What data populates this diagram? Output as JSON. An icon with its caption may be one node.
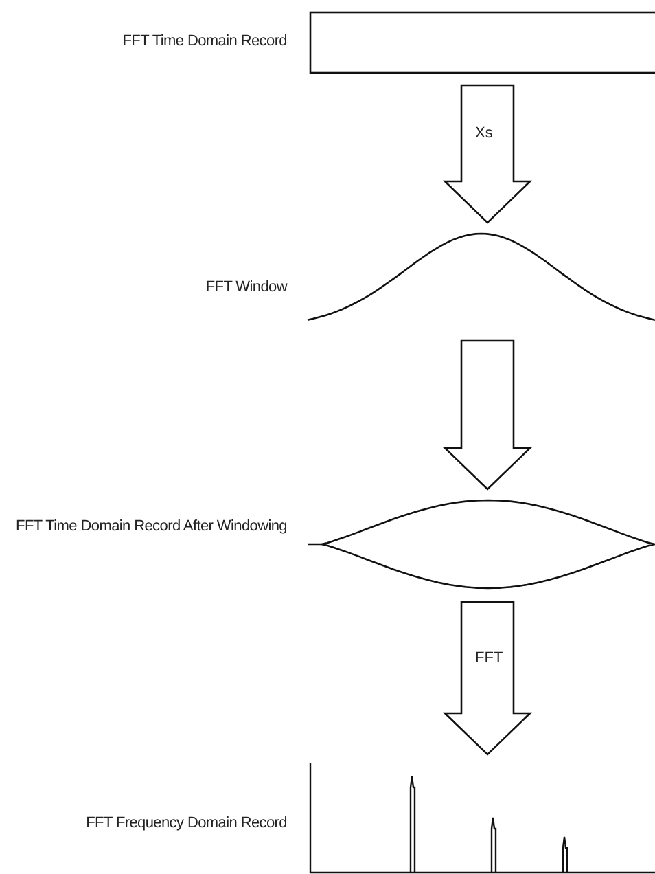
{
  "diagram": {
    "nodes": [
      {
        "text": [
          "FFT Time Domain Record"
        ]
      },
      {
        "text": [
          "FFT Window"
        ]
      },
      {
        "text": [
          "FFT Time Domain Record After Windowing"
        ]
      },
      {
        "text": [
          "FFT Frequency Domain Record"
        ]
      }
    ],
    "edges": [
      {
        "from": 0,
        "to": 1,
        "arrow": "to",
        "label": "Xs"
      },
      {
        "from": 1,
        "to": 2,
        "arrow": "to"
      },
      {
        "from": 2,
        "to": 3,
        "arrow": "to",
        "label": "FFT"
      }
    ]
  }
}
